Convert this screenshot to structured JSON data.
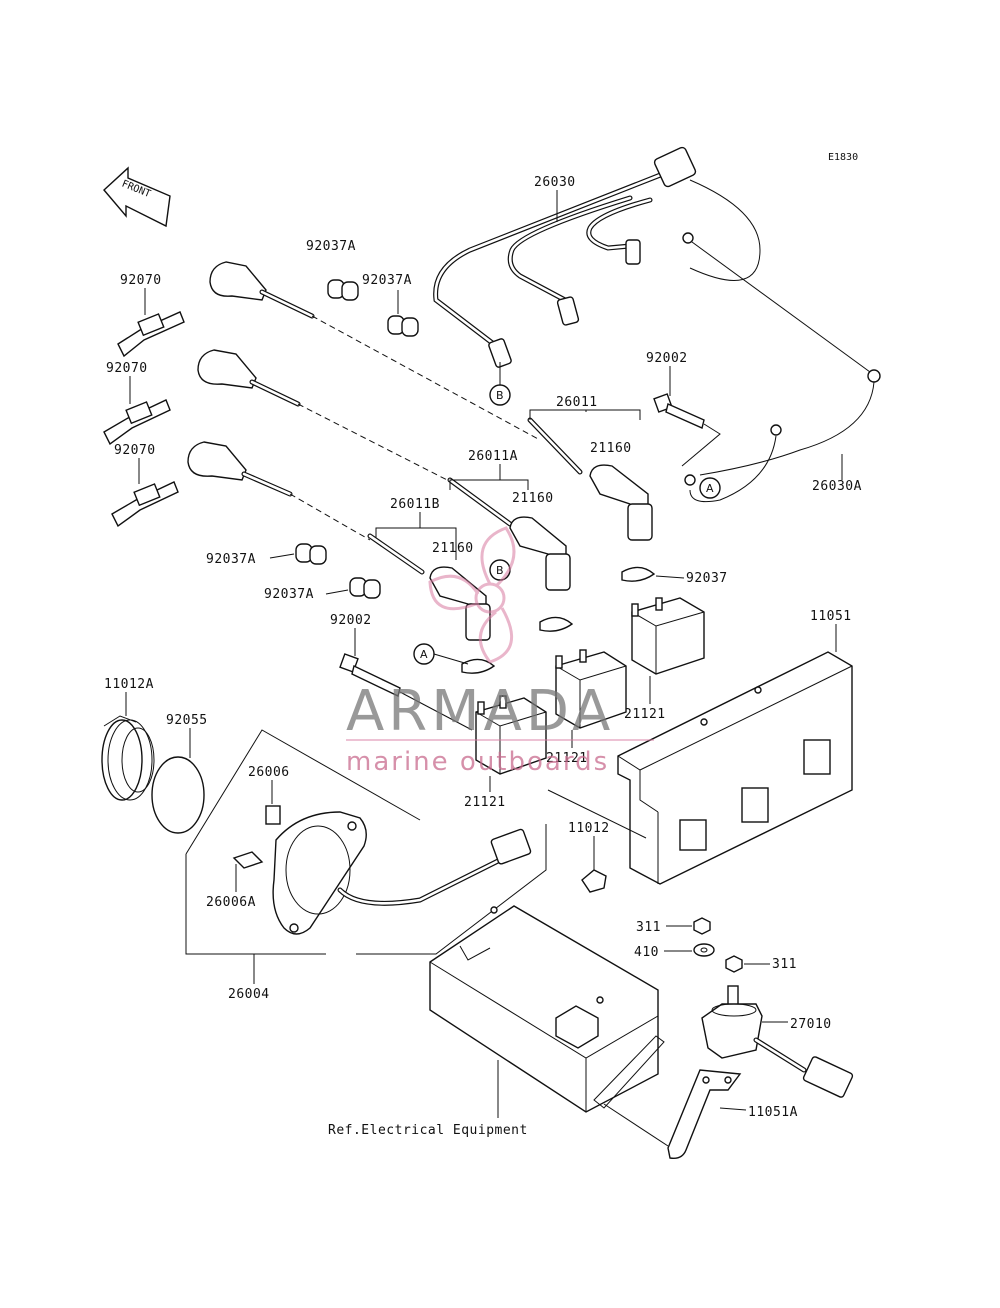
{
  "diagram_id": "E1830",
  "front_arrow_label": "FRONT",
  "part_numbers": {
    "harness": "26030",
    "harness_ground": "26030A",
    "clip_a1": "92037A",
    "clip_a2": "92037A",
    "clip_a3": "92037A",
    "clip_a4": "92037A",
    "plug_1": "92070",
    "plug_2": "92070",
    "plug_3": "92070",
    "bolt_top": "92002",
    "bolt_left": "92002",
    "lead_1": "26011",
    "lead_2": "26011A",
    "lead_3": "26011B",
    "cap_1": "21160",
    "cap_2": "21160",
    "cap_3": "21160",
    "band": "92037",
    "case": "11051",
    "coil_1": "21121",
    "coil_2": "21121",
    "coil_3": "21121",
    "grommet": "11012A",
    "oring": "92055",
    "pickup_clip": "26006",
    "pickup_clip_a": "26006A",
    "pickup": "26004",
    "fitting": "11012",
    "nut_1": "311",
    "washer": "410",
    "nut_2": "311",
    "relay": "27010",
    "bracket": "11051A"
  },
  "callouts": {
    "a": "A",
    "b": "B"
  },
  "reference_note": "Ref.Electrical Equipment",
  "watermark": {
    "brand": "ARMADA",
    "tagline": "marine outboards"
  }
}
